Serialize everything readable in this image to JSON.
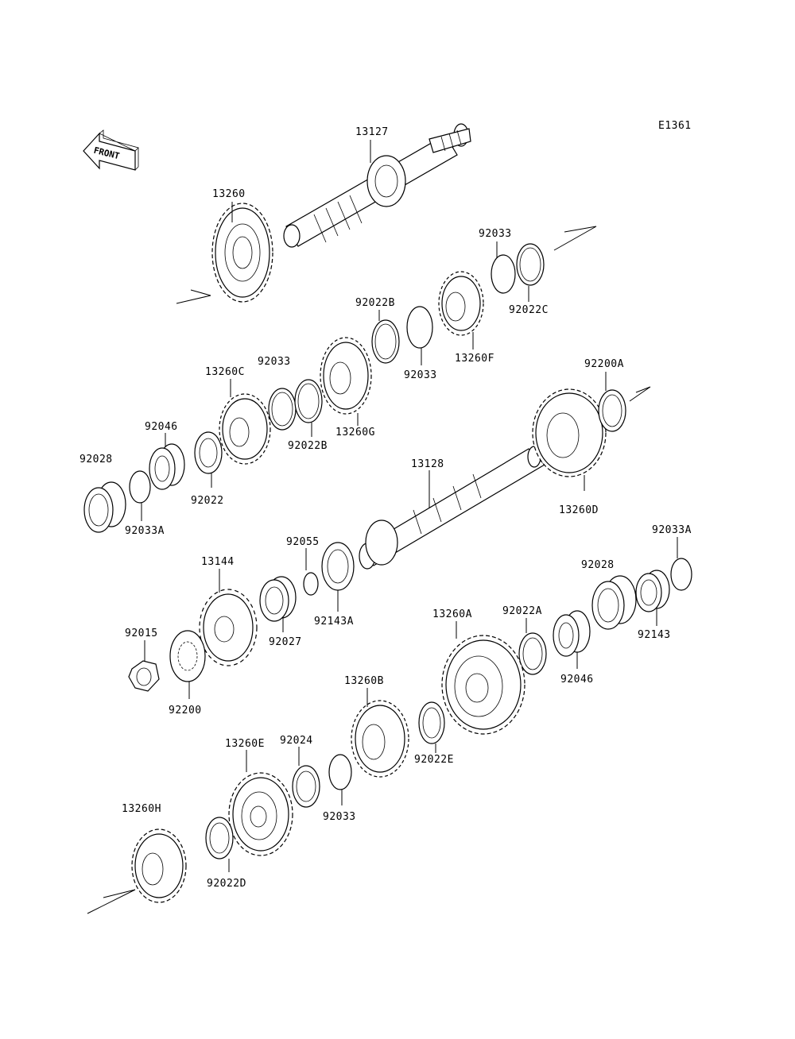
{
  "diagram": {
    "code": "E1361",
    "front_label": "FRONT",
    "parts": {
      "p13127": "13127",
      "p13260": "13260",
      "p92033_a": "92033",
      "p92022C": "92022C",
      "p92022B_a": "92022B",
      "p13260F": "13260F",
      "p92033_b": "92033",
      "p92033_c": "92033",
      "p13260C": "13260C",
      "p13260G": "13260G",
      "p92022B_b": "92022B",
      "p92200A": "92200A",
      "p92046_a": "92046",
      "p92028_a": "92028",
      "p92022": "92022",
      "p92033A_a": "92033A",
      "p13128": "13128",
      "p13260D": "13260D",
      "p92055": "92055",
      "p13144": "13144",
      "p92143A": "92143A",
      "p92027": "92027",
      "p92033A_b": "92033A",
      "p92028_b": "92028",
      "p92143": "92143",
      "p92015": "92015",
      "p13260A": "13260A",
      "p92022A": "92022A",
      "p92046_b": "92046",
      "p92200": "92200",
      "p13260B": "13260B",
      "p92022E": "92022E",
      "p13260E": "13260E",
      "p92024": "92024",
      "p92033_d": "92033",
      "p13260H": "13260H",
      "p92022D": "92022D"
    }
  }
}
